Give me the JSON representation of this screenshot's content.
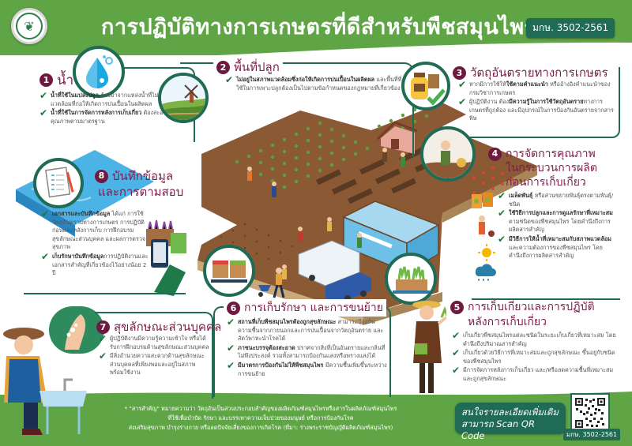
{
  "header": {
    "title": "การปฏิบัติทางการเกษตรที่ดีสำหรับพืชสมุนไพร",
    "standard_badge": "มกษ. 3502-2561",
    "logo": "agency-seal-logo"
  },
  "colors": {
    "brand_green": "#5fa545",
    "dark_teal": "#1f6b55",
    "section_title": "#7a1e4a",
    "number_badge": "#6e1a40",
    "check": "#1a7a3a",
    "water": "#4bb3e6",
    "soil": "#7a4a2a"
  },
  "sections": [
    {
      "number": "1",
      "title": "น้ำ",
      "icon": "water-drop-icon",
      "items": [
        {
          "bold": "น้ำที่ใช้ในแปลงปลูก",
          "text": " ต้องมาจากแหล่งน้ำที่ไม่อยู่ในสภาพแวดล้อมที่ก่อให้เกิดการปนเปื้อนในผลิตผล"
        },
        {
          "bold": "น้ำที่ใช้ในการจัดการหลังการเก็บเกี่ยว",
          "text": " ต้องสะอาด มีคุณภาพตามมาตรฐาน"
        }
      ]
    },
    {
      "number": "2",
      "title": "พื้นที่ปลูก",
      "icon": "farmland-windmill-icon",
      "items": [
        {
          "bold": "ไม่อยู่ในสภาพแวดล้อมซึ่งก่อให้เกิดการปนเปื้อนในผลิตผล",
          "text": " และพื้นที่ที่ใช้ในการเพาะปลูกต้องเป็นไปตามข้อกำหนดของกฎหมายที่เกี่ยวข้อง"
        }
      ]
    },
    {
      "number": "3",
      "title": "วัตถุอันตรายทางการเกษตร",
      "icon": "chemical-bottle-icon",
      "items": [
        {
          "bold": "",
          "pre": "หากมีการใช้ให้",
          "mid": "ใช้ตามคำแนะนำ",
          "text": " หรืออ้างอิงคำแนะนำของกรมวิชาการเกษตร"
        },
        {
          "bold": "",
          "pre": "ผู้ปฏิบัติงาน ต้อง",
          "mid": "มีความรู้ในการใช้วัตถุอันตราย",
          "text": "ทางการเกษตรที่ถูกต้อง และมีอุปกรณ์ในการป้องกันอันตรายจากสารพิษ"
        }
      ]
    },
    {
      "number": "4",
      "title_line1": "การจัดการคุณภาพ",
      "title_line2": "ในกระบวนการผลิต",
      "title_line3": "ก่อนการเก็บเกี่ยว",
      "icon": "farmer-icon",
      "items": [
        {
          "bold": "เมล็ดพันธุ์",
          "text": " หรือส่วนขยายพันธุ์ตรงตามพันธุ์/ชนิด"
        },
        {
          "bold": "ใช้วิธีการปลูกและการดูแลรักษาที่เหมาะสม",
          "text": "ตามชนิดของพืชสมุนไพร โดยคำนึงถึงการผลิตสารสำคัญ"
        },
        {
          "bold": "มีวิธีการให้น้ำที่เหมาะสมกับสภาพแวดล้อม",
          "text": "และความต้องการของพืชสมุนไพร โดยคำนึงถึงการผลิตสารสำคัญ"
        }
      ]
    },
    {
      "number": "5",
      "title_line1": "การเก็บเกี่ยวและการปฏิบัติ",
      "title_line2": "หลังการเก็บเกี่ยว",
      "icon": "harvest-crate-icon",
      "items": [
        {
          "bold": "",
          "text": "เก็บเกี่ยวพืชสมุนไพรแต่ละชนิดในระยะเก็บเกี่ยวที่เหมาะสม โดยคำนึงถึงปริมาณสารสำคัญ"
        },
        {
          "bold": "",
          "text": "เก็บเกี่ยวด้วยวิธีการที่เหมาะสมและถูกสุขลักษณะ ขึ้นอยู่กับชนิดของพืชสมุนไพร"
        },
        {
          "bold": "",
          "text": "มีการจัดการหลังการเก็บเกี่ยว และ/หรือลดความชื้นที่เหมาะสมและถูกสุขลักษณะ"
        }
      ]
    },
    {
      "number": "6",
      "title": "การเก็บรักษา และการขนย้าย",
      "icon": "storage-crate-icon",
      "items": [
        {
          "bold": "สถานที่เก็บพืชสมุนไพรต้องถูกสุขลักษณะ",
          "text": " สามารถป้องกันความชื้นจากภายนอกและการปนเปื้อนจากวัตถุอันตราย และสัตว์พาหะนำโรคได้"
        },
        {
          "bold": "ภาชนะบรรจุต้องสะอาด",
          "text": " ปราศจากสิ่งที่เป็นอันตรายและกลิ่นที่ไม่พึงประสงค์ รวมทั้งสามารถป้องกันแสงหรือพรางแสงได้"
        },
        {
          "bold": "มีมาตรการป้องกันไม่ให้พืชสมุนไพร",
          "text": " มีความชื้นเพิ่มขึ้นระหว่างการขนย้าย"
        }
      ]
    },
    {
      "number": "7",
      "title": "สุขลักษณะส่วนบุคคล",
      "icon": "hand-washing-icon",
      "items": [
        {
          "bold": "",
          "text": "ผู้ปฏิบัติงานมีความรู้ความเข้าใจ หรือได้รับการฝึกอบรมด้านสุขลักษณะส่วนบุคคล"
        },
        {
          "bold": "",
          "text": "มีสิ่งอำนวยความสะดวกด้านสุขลักษณะส่วนบุคคลที่เพียงพอและอยู่ในสภาพพร้อมใช้งาน"
        }
      ]
    },
    {
      "number": "8",
      "title_line1": "บันทึกข้อมูล",
      "title_line2": "และการตามสอบ",
      "icon": "checklist-notebook-icon",
      "items": [
        {
          "bold": "เอกสารและบันทึกข้อมูล",
          "text": " ได้แก่ การใช้วัตถุอันตรายทางการเกษตร การปฏิบัติก่อนและหลังการเก็บ การฝึกอบรมสุขลักษณะส่วนบุคคล และผลการตรวจสุขภาพ"
        },
        {
          "bold": "เก็บรักษาบันทึกข้อมูล",
          "text": "การปฏิบัติงานและเอกสารสำคัญที่เกี่ยวข้องไว้อย่างน้อย 2 ปี"
        }
      ]
    }
  ],
  "footer": {
    "note_line1": "* \"สารสำคัญ\" หมายความว่า วัตถุอันเป็นส่วนประกอบสำคัญของผลิตภัณฑ์สมุนไพรหรือสารในผลิตภัณฑ์สมุนไพร",
    "note_line2": "ที่ใช้เพื่อบำบัด รักษา และบรรเทาความเจ็บป่วยของมนุษย์ หรือการป้องกันโรค",
    "note_line3": "ส่งเสริมสุขภาพ บำรุงร่างกาย หรือลดปัจจัยเสี่ยงของการเกิดโรค    (ที่มา: ร่างพระราชบัญญัติผลิตภัณฑ์สมุนไพร)",
    "qr_line1": "สนใจรายละเอียดเพิ่มเติม",
    "qr_line2": "สามารถ Scan QR Code",
    "qr_badge": "มกษ. 3502-2561"
  }
}
